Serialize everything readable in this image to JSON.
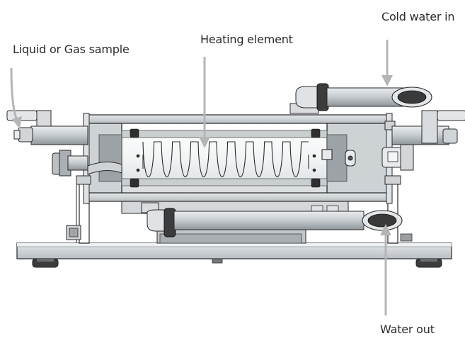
{
  "labels": {
    "cold_water_in": "Cold water in",
    "liquid_or_gas_sample": "Liquid or Gas sample",
    "heating_element": "Heating element",
    "water_out": "Water out"
  },
  "colors": {
    "outline": "#2a2a2a",
    "metal_light": "#dfe3e6",
    "metal_mid": "#c5cace",
    "metal_dark": "#9aa0a4",
    "glass": "#f4f6f7",
    "leader": "#b5b5b5",
    "rubber": "#3c3c3c"
  }
}
